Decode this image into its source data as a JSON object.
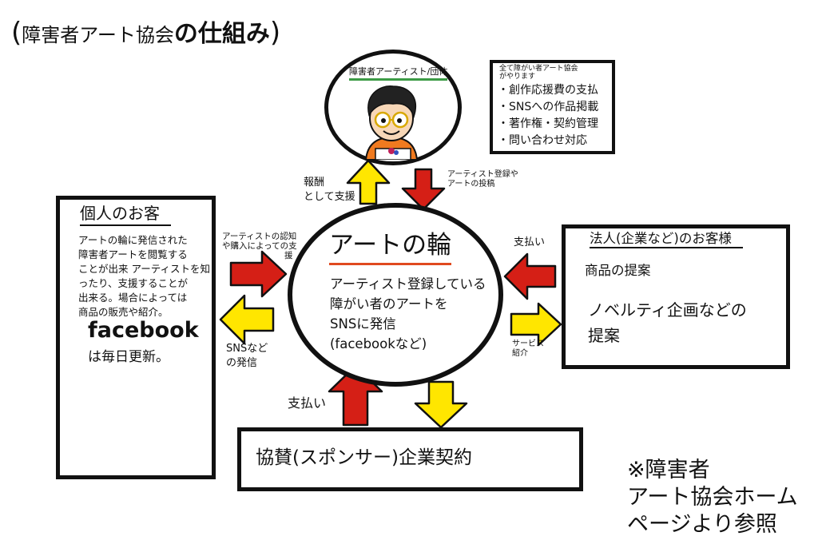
{
  "title": {
    "open_paren": "(",
    "prefix": "障害者アート協会",
    "main": "の仕組み",
    "close_paren": ")"
  },
  "artist": {
    "label": "障害者アーティスト/団体",
    "avatar_icon": "artist-drawing-icon"
  },
  "duties": {
    "header_lines": [
      "全て障がい者アート協会",
      "がやります"
    ],
    "items": [
      "・創作応援費の支払",
      "・SNSへの作品掲載",
      "・著作権・契約管理",
      "・問い合わせ対応"
    ]
  },
  "individual": {
    "title": "個人のお客",
    "desc_lines": [
      "アートの輪に発信された",
      "障害者アートを閲覧する",
      "ことが出来 アーティストを知",
      "ったり、支援することが",
      "出来る。場合によっては",
      "商品の販売や紹介。"
    ],
    "facebook": "facebook",
    "update": "は毎日更新。"
  },
  "ring": {
    "title": "アートの輪",
    "desc_lines": [
      "アーティスト登録している",
      "障がい者のアートを",
      "SNSに発信",
      "(facebookなど)"
    ]
  },
  "corporate": {
    "title": "法人(企業など)のお客様",
    "line1": "商品の提案",
    "line2a": "ノベルティ企画などの",
    "line2b": "提案"
  },
  "sponsor": {
    "text": "協賛(スポンサー)企業契約"
  },
  "arrow_labels": {
    "reward": [
      "報酬",
      "として支援"
    ],
    "register": [
      "アーティスト登録や",
      "アートの投稿"
    ],
    "recognize": [
      "アーティストの認知",
      "や購入によっての支",
      "援"
    ],
    "sns": [
      "SNSなど",
      "の発信"
    ],
    "pay_right": "支払い",
    "service": [
      "サービス",
      "紹介"
    ],
    "pay_bottom": "支払い"
  },
  "note_lines": [
    "※障害者",
    "アート協会ホーム",
    "ページより参照"
  ],
  "colors": {
    "red_arrow": "#d51f16",
    "yellow_arrow": "#ffe600",
    "ring_underline": "#e04a1f",
    "artist_underline": "#3c9b45"
  }
}
